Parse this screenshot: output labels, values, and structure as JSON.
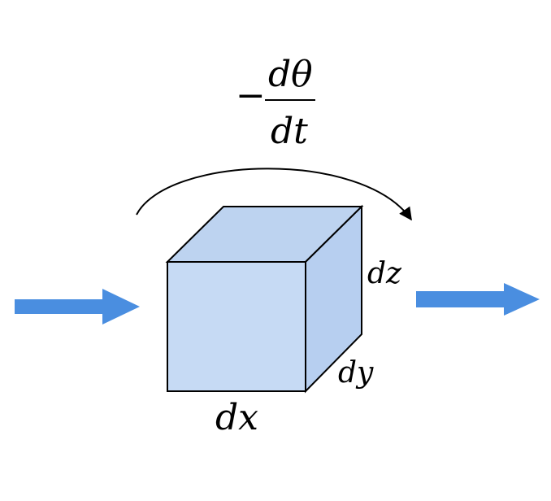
{
  "colors": {
    "cube_front": "#c6daf4",
    "cube_top": "#bdd3f0",
    "cube_side": "#b7cff0",
    "edge": "#000000",
    "arrow": "#4a8ee0",
    "background": "#ffffff"
  },
  "labels": {
    "rate_minus": "−",
    "rate_numerator": "dθ",
    "rate_denominator": "dt",
    "dx": "dx",
    "dy": "dy",
    "dz": "dz"
  }
}
